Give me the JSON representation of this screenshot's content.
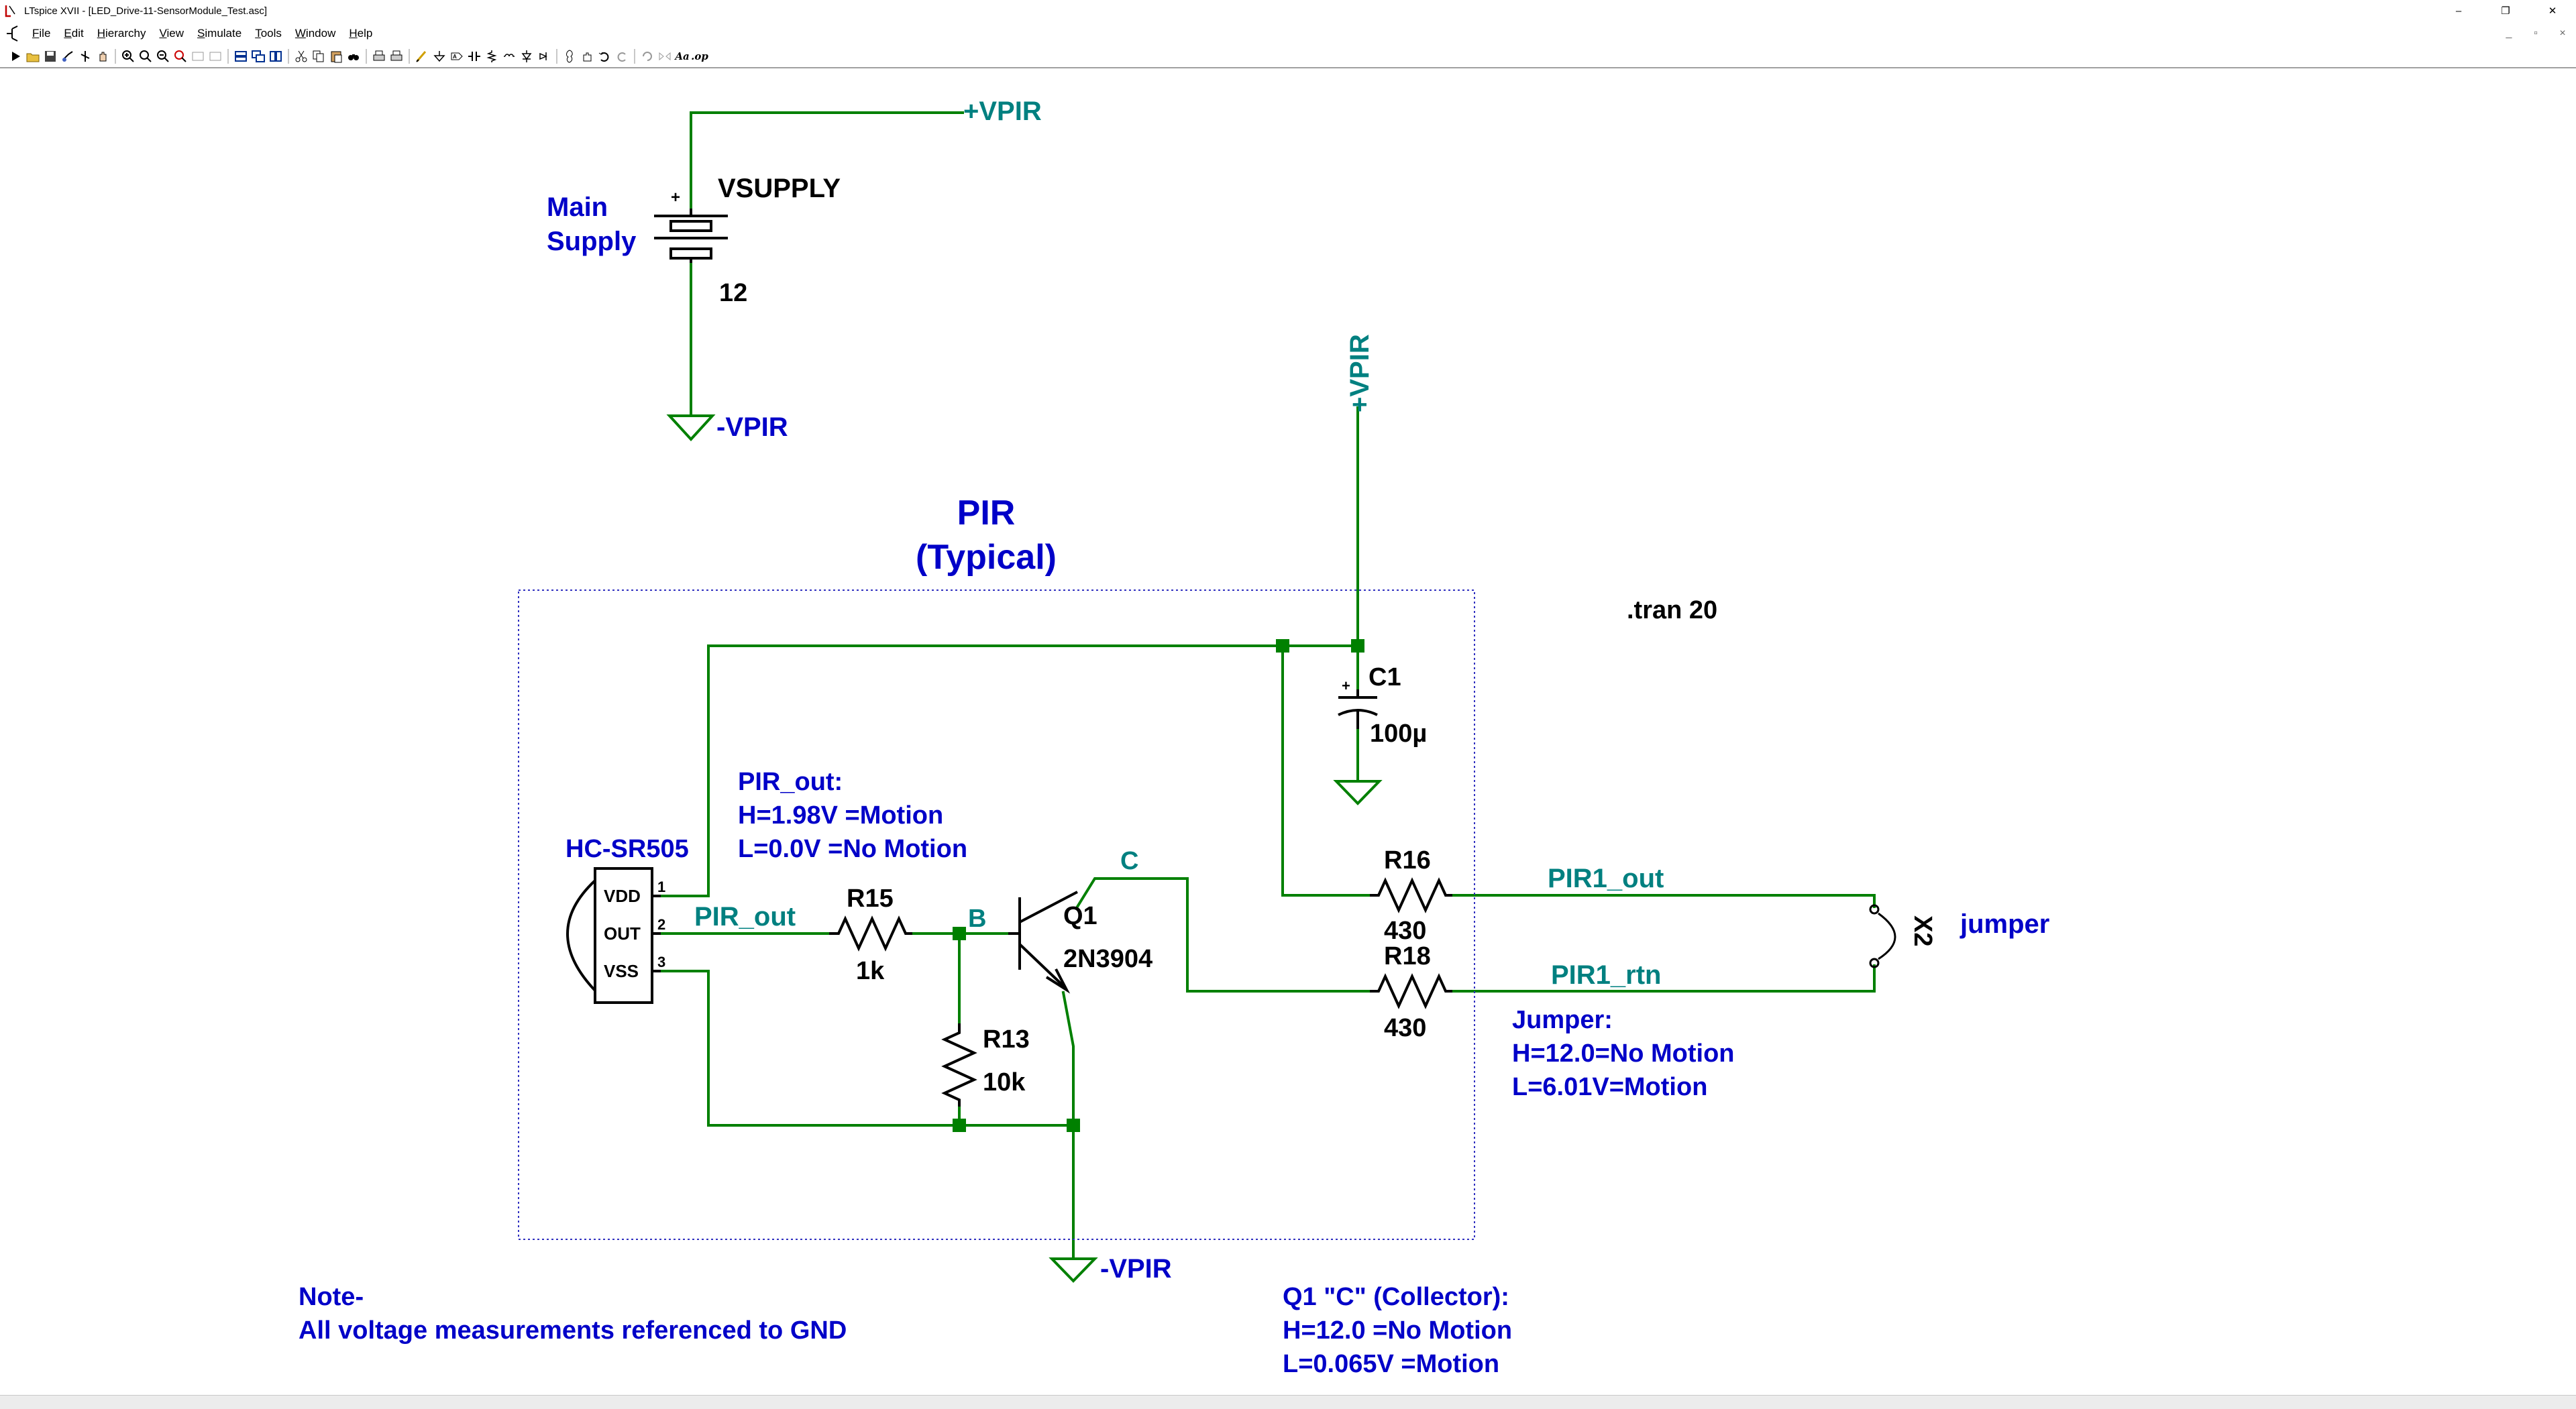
{
  "window": {
    "title": "LTspice XVII - [LED_Drive-11-SensorModule_Test.asc]",
    "controls": {
      "minimize": "–",
      "restore": "❐",
      "close": "✕"
    }
  },
  "menubar": {
    "items": [
      "File",
      "Edit",
      "Hierarchy",
      "View",
      "Simulate",
      "Tools",
      "Window",
      "Help"
    ]
  },
  "toolbar": {
    "icons": [
      "run-icon",
      "open-icon",
      "save-icon",
      "control-panel-icon",
      "halt-icon",
      "pan-icon",
      "zoom-in-icon",
      "zoom-area-icon",
      "zoom-out-icon",
      "zoom-fit-icon",
      "autorange-icon",
      "zoom-back-icon",
      "tile-horizontal-icon",
      "cascade-icon",
      "tile-vertical-icon",
      "cut-icon",
      "copy-icon",
      "paste-icon",
      "find-icon",
      "print-icon",
      "print-setup-icon",
      "draw-wire-icon",
      "ground-icon",
      "label-net-icon",
      "capacitor-icon",
      "resistor-icon",
      "inductor-icon",
      "diode-icon",
      "component-icon",
      "move-icon",
      "drag-icon",
      "undo-icon",
      "redo-icon",
      "rotate-icon",
      "mirror-icon",
      "text-icon",
      "spice-directive-icon"
    ],
    "text_label": "Aa",
    "op_label": ".op"
  },
  "colors": {
    "wire": "#008000",
    "netlabel": "#008080",
    "comment": "#0000c8",
    "component": "#000000",
    "box": "#0000c8",
    "junction": "#008000"
  },
  "schematic": {
    "supply": {
      "comment_line1": "Main",
      "comment_line2": "Supply",
      "name": "VSUPPLY",
      "value": "12",
      "plus": "+"
    },
    "net_labels": {
      "vpir_top": "+VPIR",
      "vpir_vertical": "+VPIR",
      "neg_vpir_supply": "-VPIR",
      "neg_vpir_bottom": "-VPIR",
      "pir_out": "PIR_out",
      "node_b": "B",
      "node_c": "C",
      "pir1_out": "PIR1_out",
      "pir1_rtn": "PIR1_rtn"
    },
    "pir_title": "PIR",
    "pir_subtitle": "(Typical)",
    "directive": ".tran 20",
    "pir_module": {
      "name": "HC-SR505",
      "pins": [
        "VDD",
        "OUT",
        "VSS"
      ],
      "pin_numbers": [
        "1",
        "2",
        "3"
      ]
    },
    "pir_out_note": {
      "line1": "PIR_out:",
      "line2": "H=1.98V =Motion",
      "line3": "L=0.0V =No Motion"
    },
    "c1": {
      "name": "C1",
      "value": "100µ",
      "plus": "+"
    },
    "r15": {
      "name": "R15",
      "value": "1k"
    },
    "r13": {
      "name": "R13",
      "value": "10k"
    },
    "r16": {
      "name": "R16",
      "value": "430"
    },
    "r18": {
      "name": "R18",
      "value": "430"
    },
    "q1": {
      "name": "Q1",
      "model": "2N3904"
    },
    "x2": {
      "name": "X2",
      "comment": "jumper"
    },
    "jumper_note": {
      "line1": "Jumper:",
      "line2": "H=12.0=No Motion",
      "line3": "L=6.01V=Motion"
    },
    "note": {
      "line1": "Note-",
      "line2": "All voltage measurements referenced to GND"
    },
    "q1_note": {
      "line1": "Q1 \"C\" (Collector):",
      "line2": "H=12.0  =No Motion",
      "line3": "L=0.065V =Motion"
    }
  }
}
